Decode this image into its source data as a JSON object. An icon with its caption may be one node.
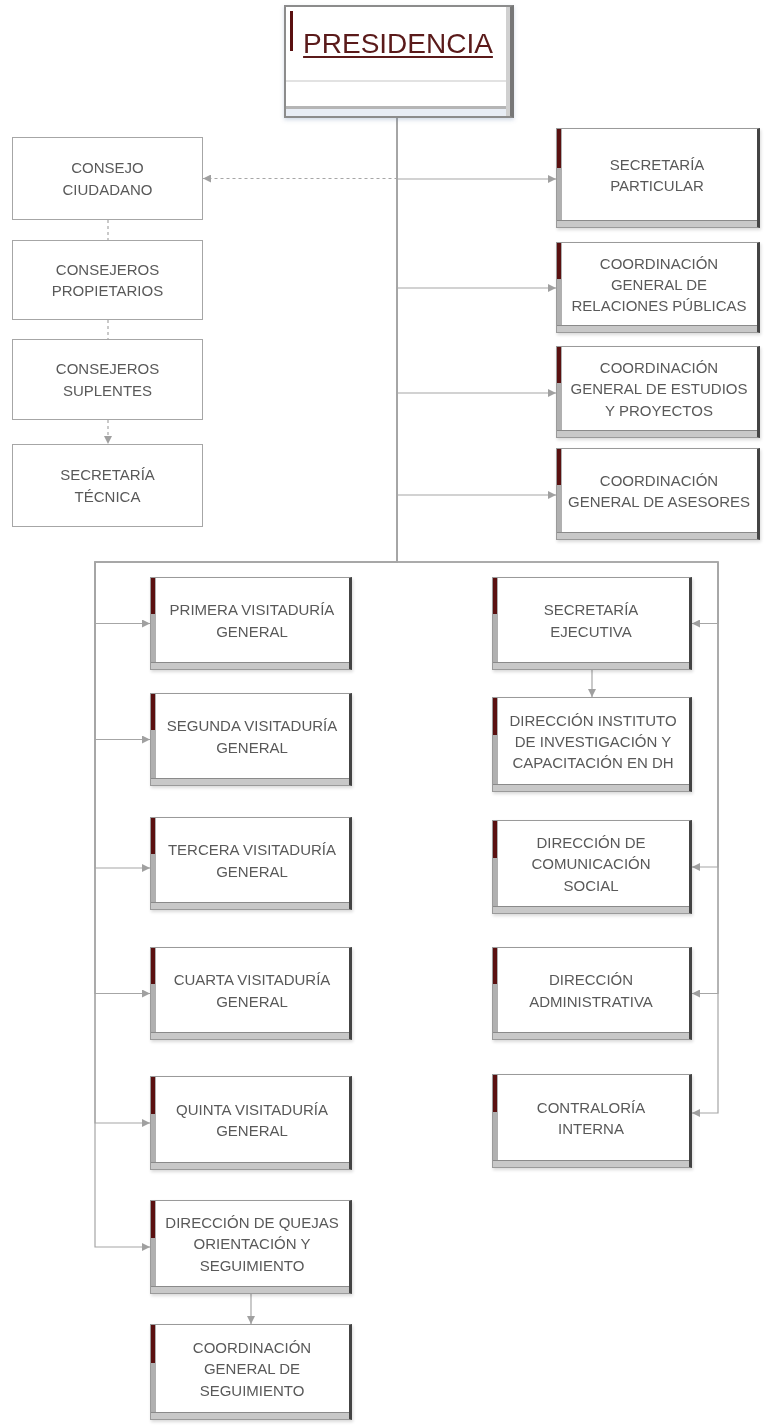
{
  "diagram": {
    "nodes": [
      {
        "text": [
          "PRESIDENCIA"
        ]
      },
      {
        "text": [
          "CONSEJO CIUDADANO"
        ]
      },
      {
        "text": [
          "CONSEJEROS PROPIETARIOS"
        ]
      },
      {
        "text": [
          "CONSEJEROS SUPLENTES"
        ]
      },
      {
        "text": [
          "SECRETARÍA TÉCNICA"
        ]
      },
      {
        "text": [
          "SECRETARÍA PARTICULAR"
        ]
      },
      {
        "text": [
          "COORDINACIÓN GENERAL DE RELACIONES PÚBLICAS"
        ]
      },
      {
        "text": [
          "COORDINACIÓN GENERAL DE ESTUDIOS Y PROYECTOS"
        ]
      },
      {
        "text": [
          "COORDINACIÓN GENERAL DE ASESORES"
        ]
      },
      {
        "text": [
          "PRIMERA VISITADURÍA GENERAL"
        ]
      },
      {
        "text": [
          "SEGUNDA VISITADURÍA GENERAL"
        ]
      },
      {
        "text": [
          "TERCERA VISITADURÍA GENERAL"
        ]
      },
      {
        "text": [
          "CUARTA VISITADURÍA GENERAL"
        ]
      },
      {
        "text": [
          "QUINTA VISITADURÍA GENERAL"
        ]
      },
      {
        "text": [
          "DIRECCIÓN DE QUEJAS ORIENTACIÓN Y SEGUIMIENTO"
        ]
      },
      {
        "text": [
          "COORDINACIÓN GENERAL DE SEGUIMIENTO"
        ]
      },
      {
        "text": [
          "SECRETARÍA EJECUTIVA"
        ]
      },
      {
        "text": [
          "DIRECCIÓN INSTITUTO DE INVESTIGACIÓN Y CAPACITACIÓN EN DH"
        ]
      },
      {
        "text": [
          "DIRECCIÓN DE COMUNICACIÓN SOCIAL"
        ]
      },
      {
        "text": [
          "DIRECCIÓN ADMINISTRATIVA"
        ]
      },
      {
        "text": [
          "CONTRALORÍA INTERNA"
        ]
      }
    ],
    "edges": [
      {
        "from": 0,
        "to": 1,
        "arrow": "to",
        "style": "dashed"
      },
      {
        "from": 1,
        "to": 2,
        "arrow": "none",
        "style": "dashed"
      },
      {
        "from": 2,
        "to": 3,
        "arrow": "none",
        "style": "dashed"
      },
      {
        "from": 3,
        "to": 4,
        "arrow": "to",
        "style": "dashed"
      },
      {
        "from": 0,
        "to": 5,
        "arrow": "to"
      },
      {
        "from": 0,
        "to": 6,
        "arrow": "to"
      },
      {
        "from": 0,
        "to": 7,
        "arrow": "to"
      },
      {
        "from": 0,
        "to": 8,
        "arrow": "to"
      },
      {
        "from": 0,
        "to": 9,
        "arrow": "to"
      },
      {
        "from": 0,
        "to": 10,
        "arrow": "to"
      },
      {
        "from": 0,
        "to": 11,
        "arrow": "to"
      },
      {
        "from": 0,
        "to": 12,
        "arrow": "to"
      },
      {
        "from": 0,
        "to": 13,
        "arrow": "to"
      },
      {
        "from": 0,
        "to": 14,
        "arrow": "to"
      },
      {
        "from": 14,
        "to": 15,
        "arrow": "to"
      },
      {
        "from": 0,
        "to": 16,
        "arrow": "to"
      },
      {
        "from": 16,
        "to": 17,
        "arrow": "to"
      },
      {
        "from": 0,
        "to": 18,
        "arrow": "to"
      },
      {
        "from": 0,
        "to": 19,
        "arrow": "to"
      },
      {
        "from": 0,
        "to": 20,
        "arrow": "to"
      }
    ]
  }
}
